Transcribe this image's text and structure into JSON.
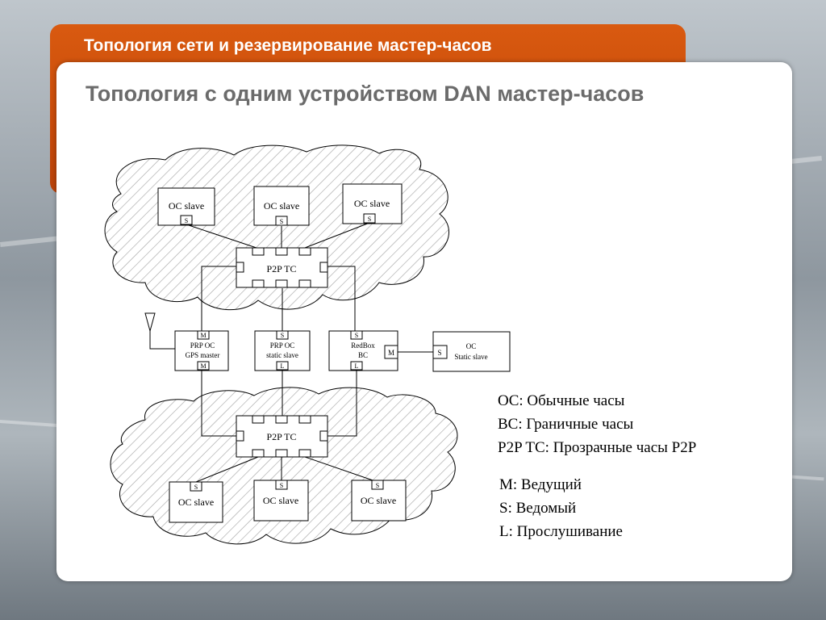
{
  "slide": {
    "title": "Топология сети и резервирование мастер-часов",
    "subtitle": "Топология с одним устройством DAN мастер-часов"
  },
  "diagram": {
    "top_cloud": {
      "slaves": [
        {
          "label": "OC slave",
          "port": "S"
        },
        {
          "label": "OC slave",
          "port": "S"
        },
        {
          "label": "OC slave",
          "port": "S"
        }
      ],
      "tc_label": "P2P TC"
    },
    "middle": {
      "gps": {
        "line1": "PRP OC",
        "line2": "GPS master",
        "port_top": "M",
        "port_bottom": "M"
      },
      "static": {
        "line1": "PRP OC",
        "line2": "static slave",
        "port_top": "S",
        "port_bottom": "L"
      },
      "redbox": {
        "line1": "RedBox",
        "line2": "BC",
        "port_top": "S",
        "port_bottom": "L",
        "port_right": "M"
      },
      "external": {
        "line1": "OC",
        "line2": "Static slave",
        "port": "S"
      }
    },
    "bottom_cloud": {
      "tc_label": "P2P TC",
      "slaves": [
        {
          "label": "OC slave",
          "port": "S"
        },
        {
          "label": "OC slave",
          "port": "S"
        },
        {
          "label": "OC slave",
          "port": "S"
        }
      ]
    }
  },
  "legend": {
    "group1": [
      "OC: Обычные часы",
      "BC: Граничные часы",
      "P2P TC: Прозрачные часы P2P"
    ],
    "group2": [
      "M: Ведущий",
      "S: Ведомый",
      "L: Прослушивание"
    ]
  }
}
